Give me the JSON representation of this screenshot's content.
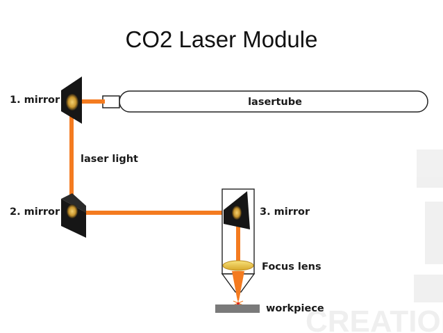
{
  "title": "CO2 Laser Module",
  "labels": {
    "mirror1": "1. mirror",
    "mirror2": "2. mirror",
    "mirror3": "3. mirror",
    "lasertube": "lasertube",
    "laser_light": "laser light",
    "focus_lens": "Focus lens",
    "workpiece": "workpiece"
  },
  "watermark": "CREATION",
  "colors": {
    "beam": "#f47b20",
    "mirror_body": "#161616",
    "mirror_glow": "#d9a93a",
    "lens": "#e8c44a",
    "workpiece": "#7a7a7a",
    "watermark": "#eeeeee"
  }
}
